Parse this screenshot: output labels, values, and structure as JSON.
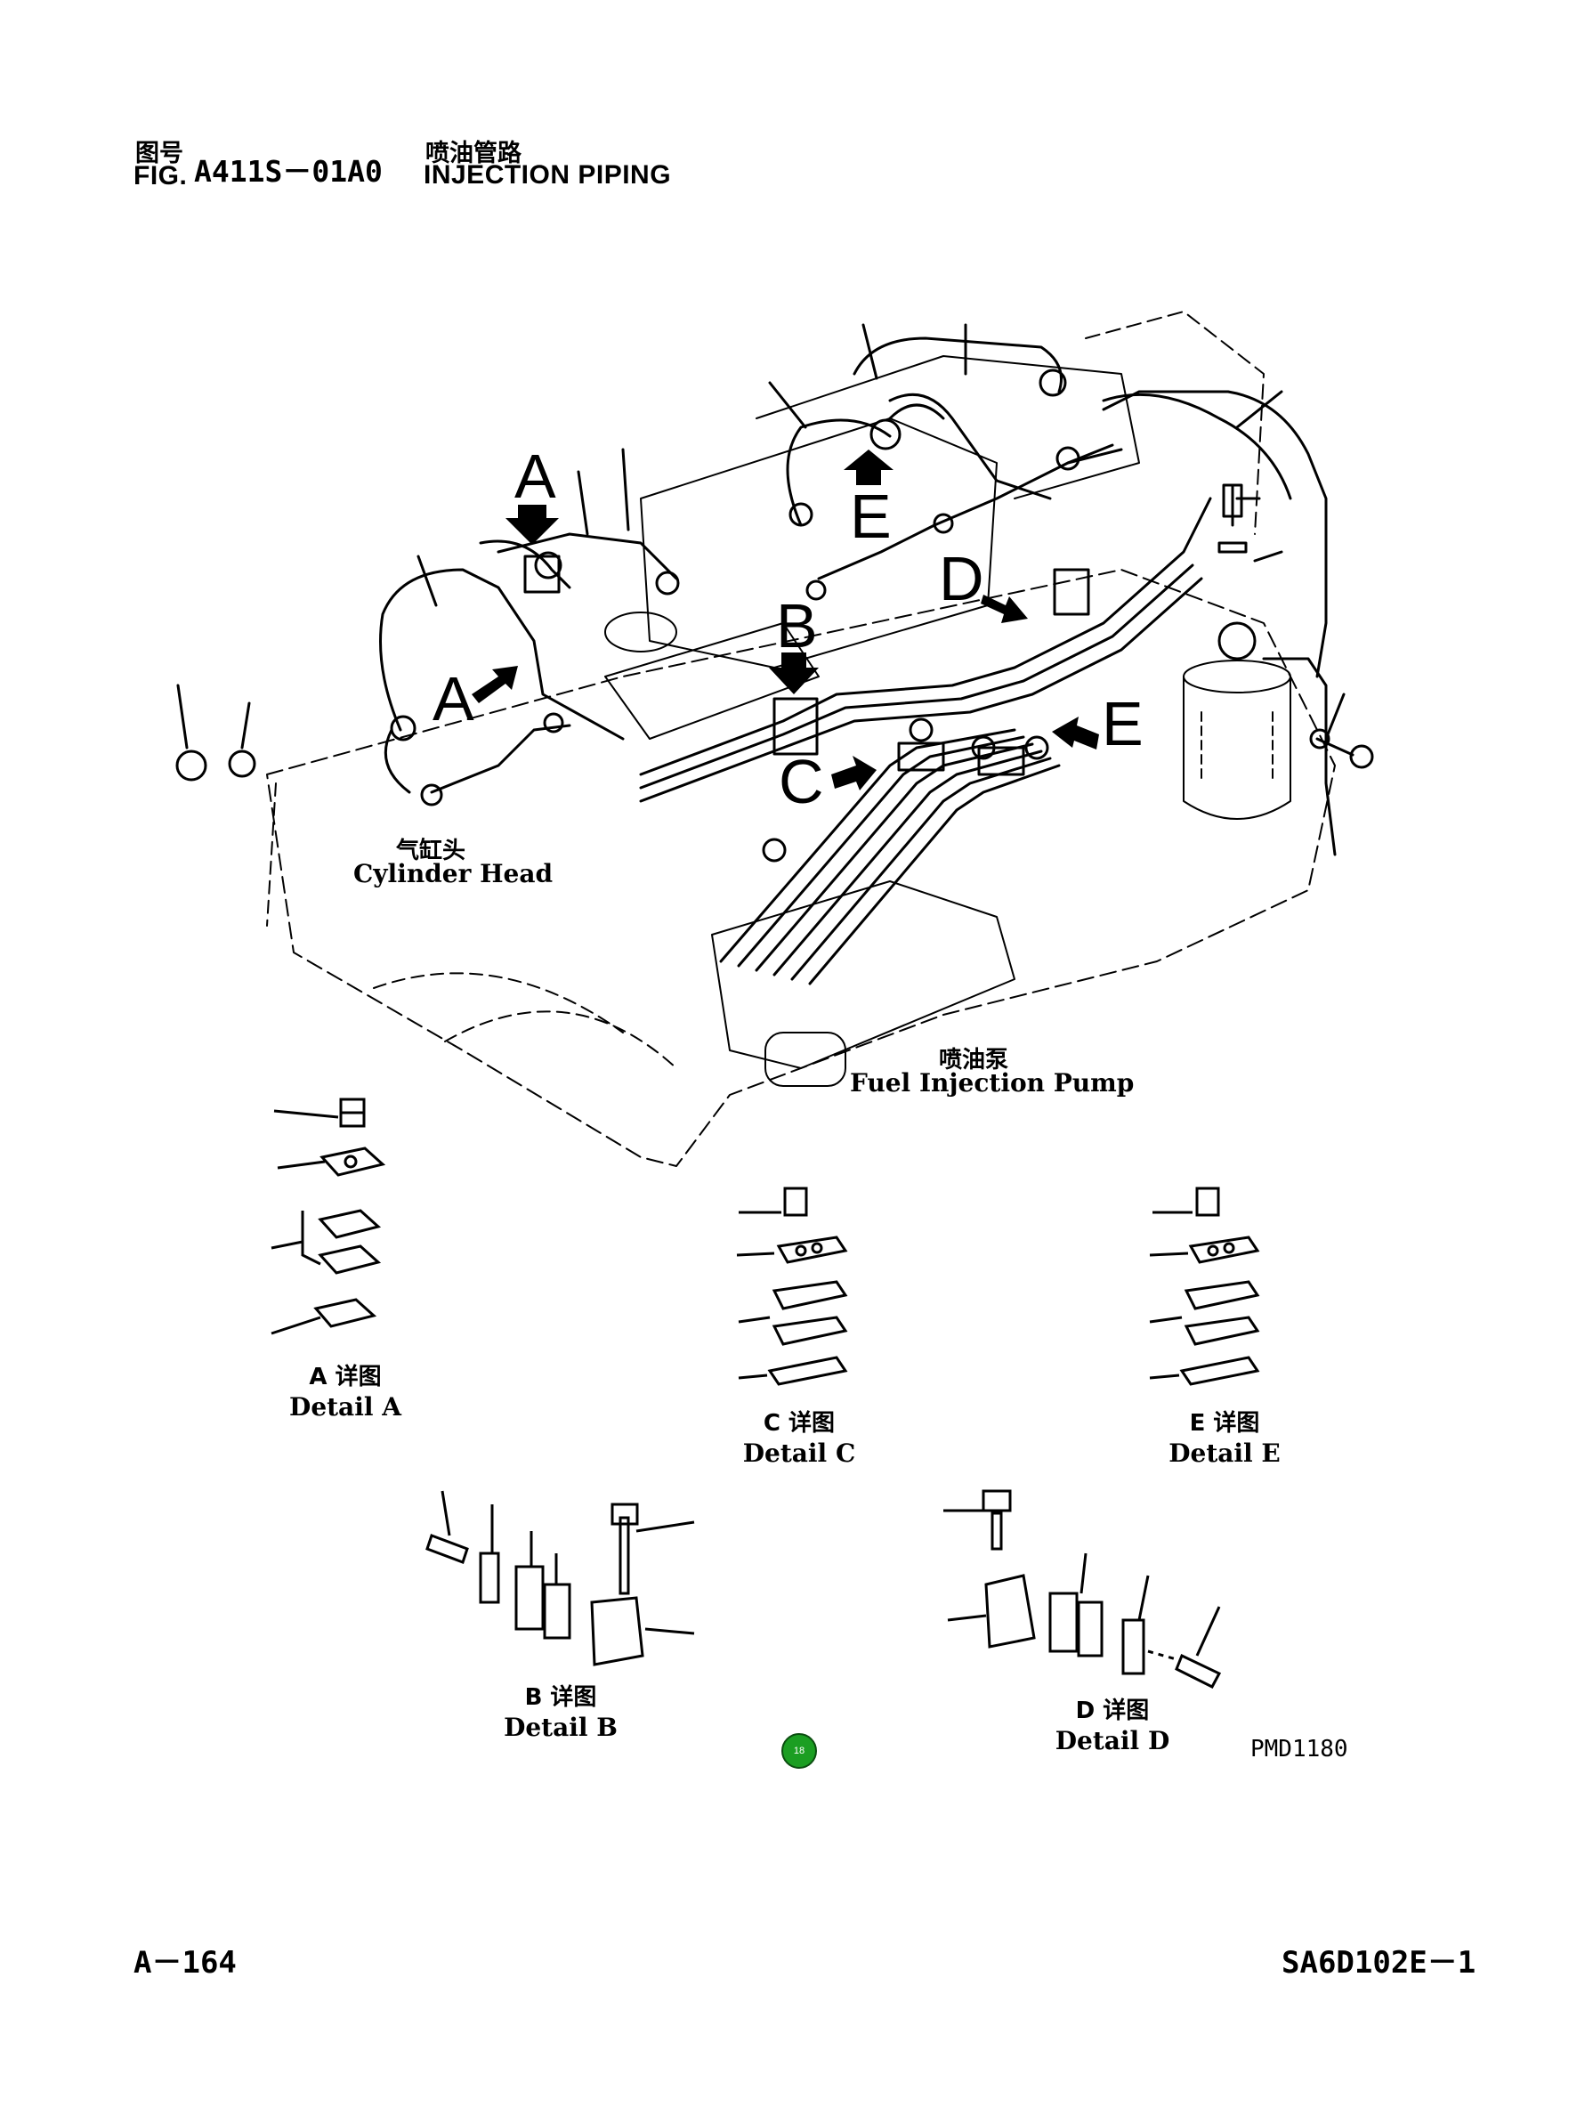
{
  "header": {
    "fig_cn": "图号",
    "fig_en": "FIG.",
    "fig_number": "A411S－01A0",
    "title_cn": "喷油管路",
    "title_en": "INJECTION PIPING"
  },
  "callouts": {
    "a": "A",
    "b": "B",
    "c": "C",
    "d": "D",
    "e": "E"
  },
  "labels": {
    "cylinder_head_cn": "气缸头",
    "cylinder_head_en": "Cylinder Head",
    "pump_cn": "喷油泵",
    "pump_en": "Fuel Injection Pump"
  },
  "details": {
    "a_cn": "A 详图",
    "a_en": "Detail A",
    "b_cn": "B 详图",
    "b_en": "Detail B",
    "c_cn": "C 详图",
    "c_en": "Detail C",
    "d_cn": "D 详图",
    "d_en": "Detail D",
    "e_cn": "E 详图",
    "e_en": "Detail E"
  },
  "drawing_code": "PMD1180",
  "badge": "18",
  "footer": {
    "page": "A－164",
    "model": "SA6D102E－1"
  },
  "colors": {
    "line": "#000000",
    "badge": "#1b9e22"
  }
}
